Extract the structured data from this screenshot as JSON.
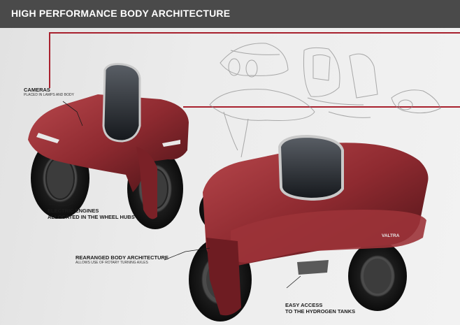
{
  "header": {
    "title": "HIGH PERFORMANCE BODY ARCHITECTURE",
    "background": "#4a4a4a"
  },
  "accent_color": "#a8212e",
  "callouts": {
    "cameras": {
      "title": "CAMERAS",
      "subtitle": "PLACED IN LAMPS AND BODY"
    },
    "engines": {
      "title_line1": "ELECTRIC ENGINES",
      "title_line2": "ALLOCATED IN THE WHEEL HUBS"
    },
    "body": {
      "title": "REARANGED BODY ARCHITECTURE",
      "subtitle": "ALLOWS USE OF ROTARY TURNING AXLES"
    },
    "access": {
      "title_line1": "EASY ACCESS",
      "title_line2": "TO THE HYDROGEN TANKS"
    }
  },
  "vehicle": {
    "body_color": "#8e2a30",
    "badge_text": "VALTRA"
  }
}
